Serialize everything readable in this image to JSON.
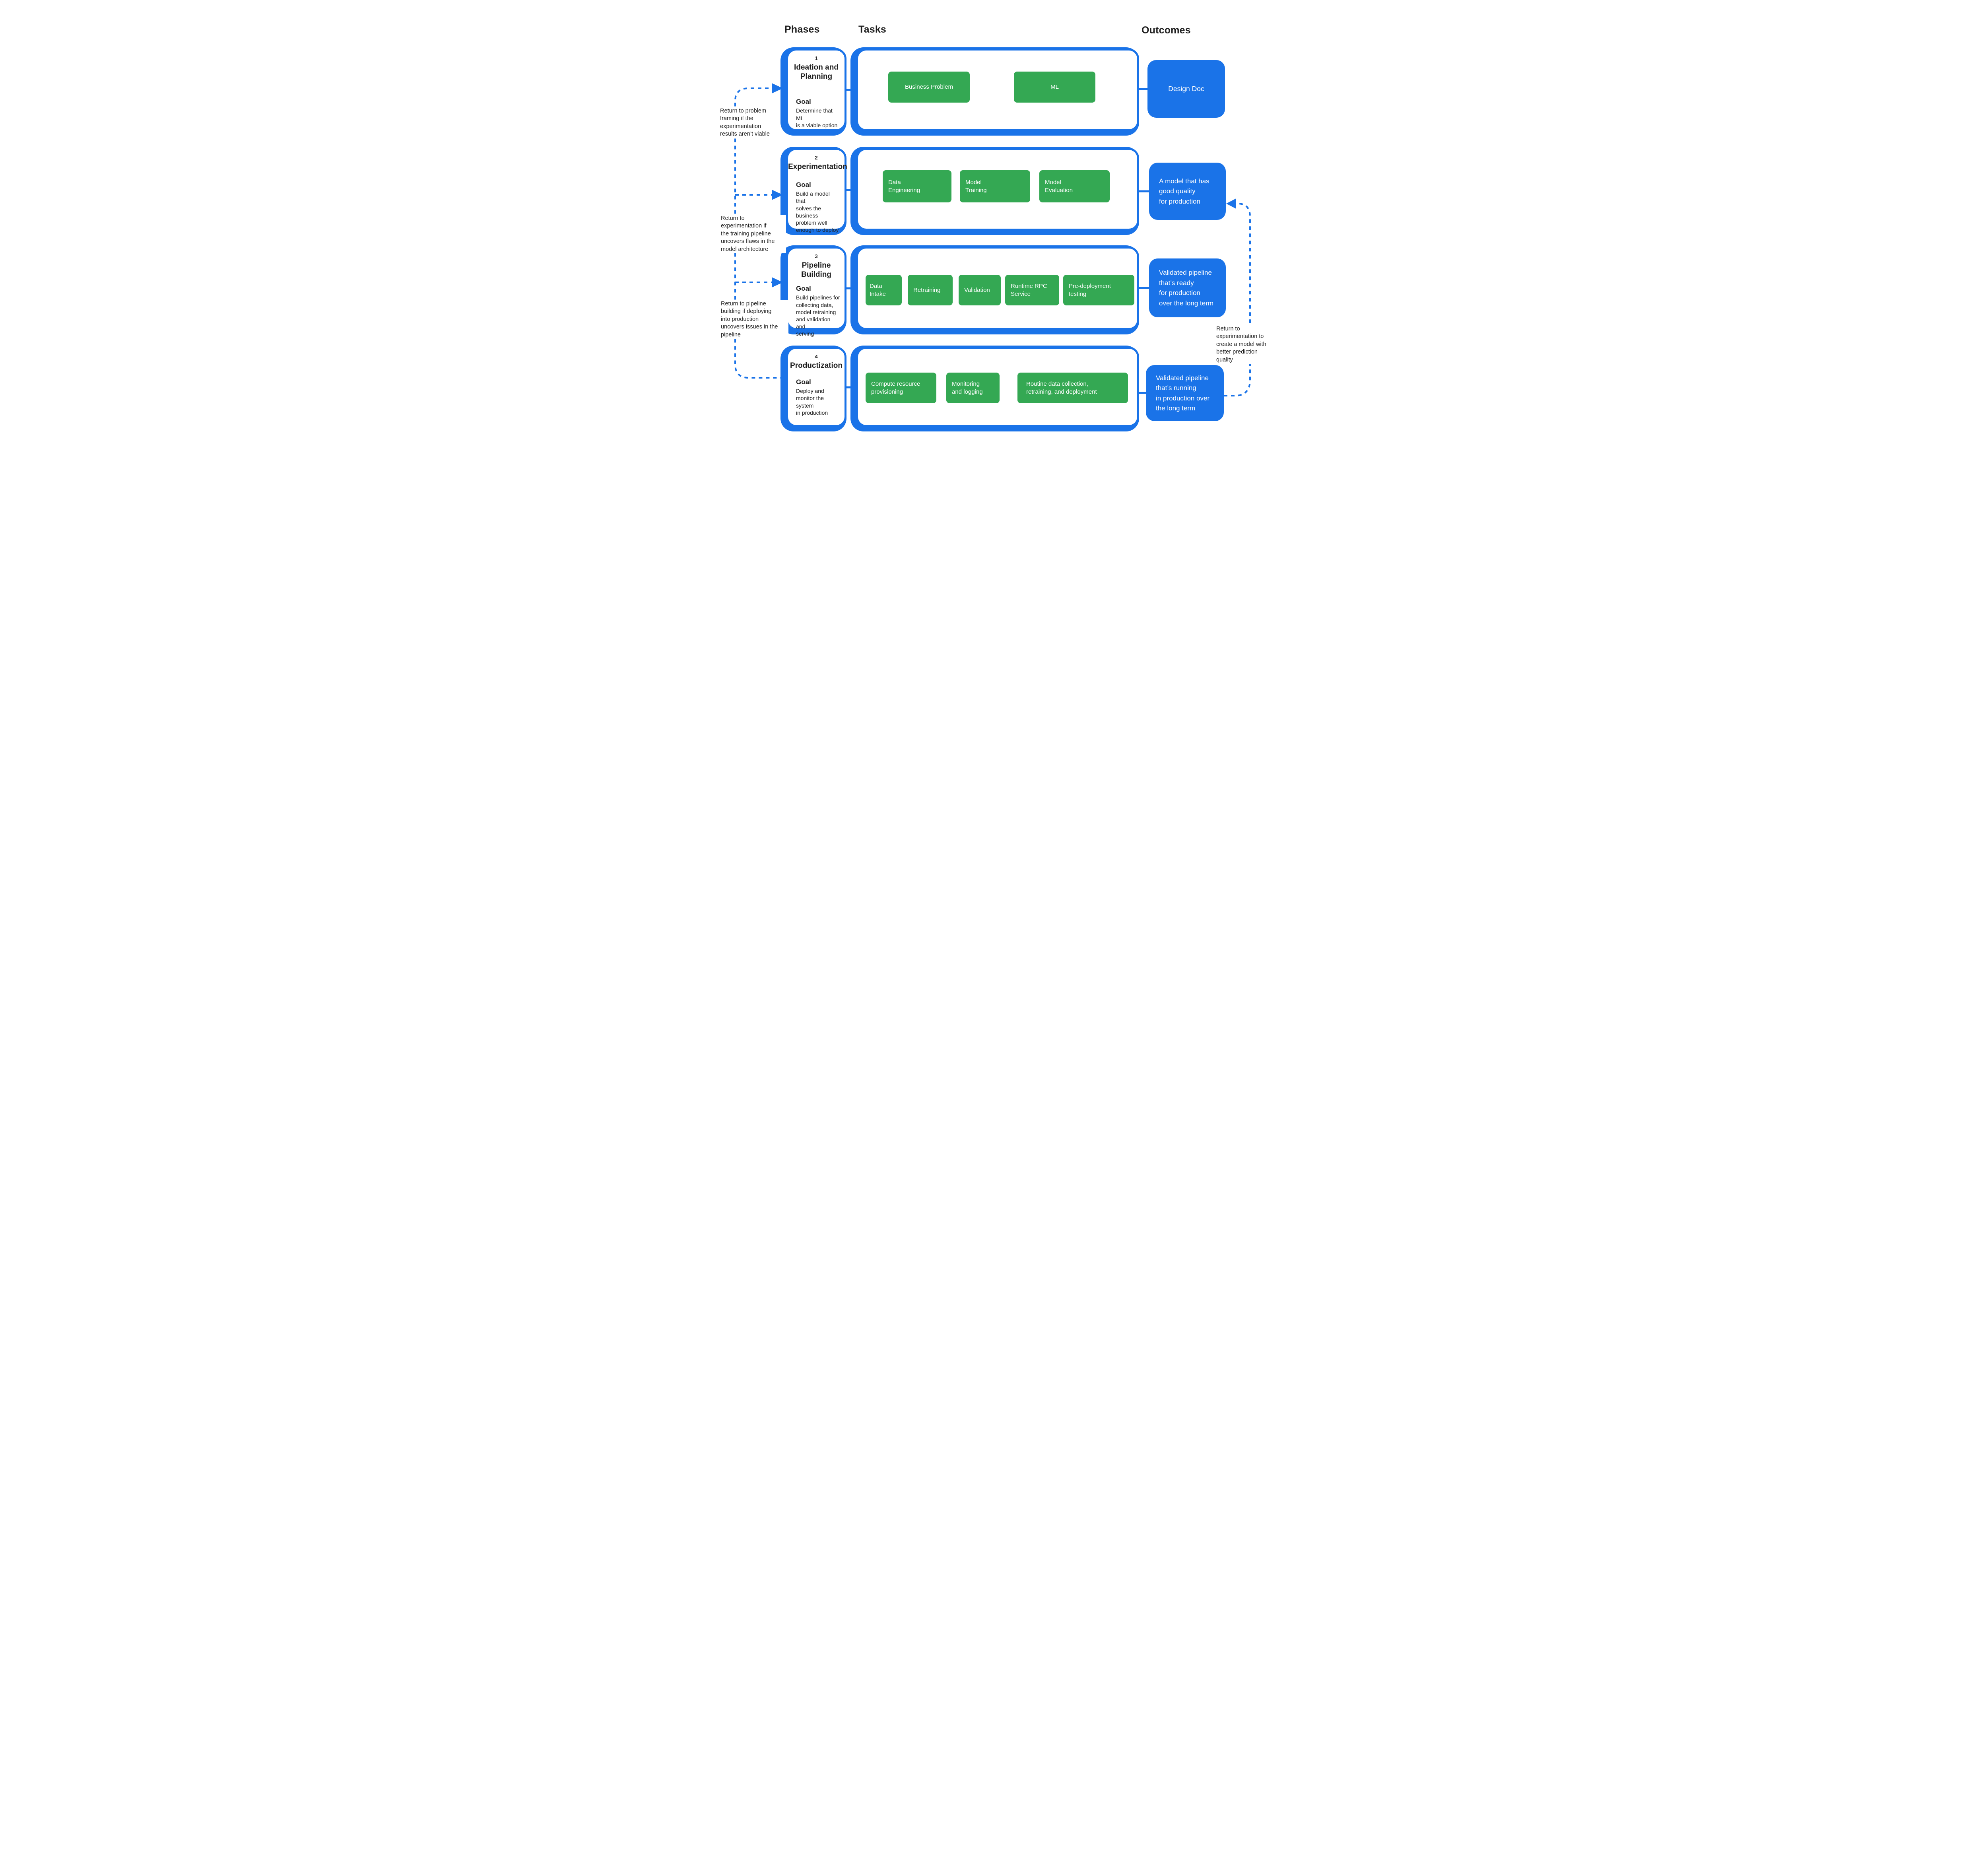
{
  "colors": {
    "blue": "#1a73e8",
    "green": "#34a853",
    "text": "#1f1f1f"
  },
  "headers": {
    "phases": "Phases",
    "tasks": "Tasks",
    "outcomes": "Outcomes"
  },
  "phases": [
    {
      "number": "1",
      "title": "Ideation and Planning",
      "goal_label": "Goal",
      "goal": "Determine that ML\nis a viable option"
    },
    {
      "number": "2",
      "title": "Experimentation",
      "goal_label": "Goal",
      "goal": "Build a model that\nsolves the business\nproblem well\nenough to deploy"
    },
    {
      "number": "3",
      "title": "Pipeline Building",
      "goal_label": "Goal",
      "goal": "Build pipelines for\ncollecting data,\nmodel retraining\nand validation and\nserving"
    },
    {
      "number": "4",
      "title": "Productization",
      "goal_label": "Goal",
      "goal": "Deploy and\nmonitor the system\nin production"
    }
  ],
  "tasks": {
    "row1": [
      "Business Problem",
      "ML"
    ],
    "row2": [
      "Data\nEngineering",
      "Model\nTraining",
      "Model\nEvaluation"
    ],
    "row3": [
      "Data\nIntake",
      "Retraining",
      "Validation",
      "Runtime RPC\nService",
      "Pre-deployment\ntesting"
    ],
    "row4": [
      "Compute resource\nprovisioning",
      "Monitoring\nand logging",
      "Routine data collection,\nretraining, and deployment"
    ]
  },
  "outcomes": [
    "Design Doc",
    "A model that has\ngood quality\nfor production",
    "Validated pipeline\nthat’s ready\nfor production\nover the long term",
    "Validated pipeline\nthat’s running\nin production over\nthe long term"
  ],
  "annotations": {
    "left": [
      "Return to problem\nframing if the\nexperimentation\nresults aren’t viable",
      "Return to\nexperimentation if\nthe training pipeline\nuncovers flaws in the\nmodel architecture",
      "Return to pipeline\nbuilding if deploying\ninto production\nuncovers issues in the\npipeline"
    ],
    "right": "Return to\nexperimentation to\ncreate a model with\nbetter prediction\nquality"
  }
}
